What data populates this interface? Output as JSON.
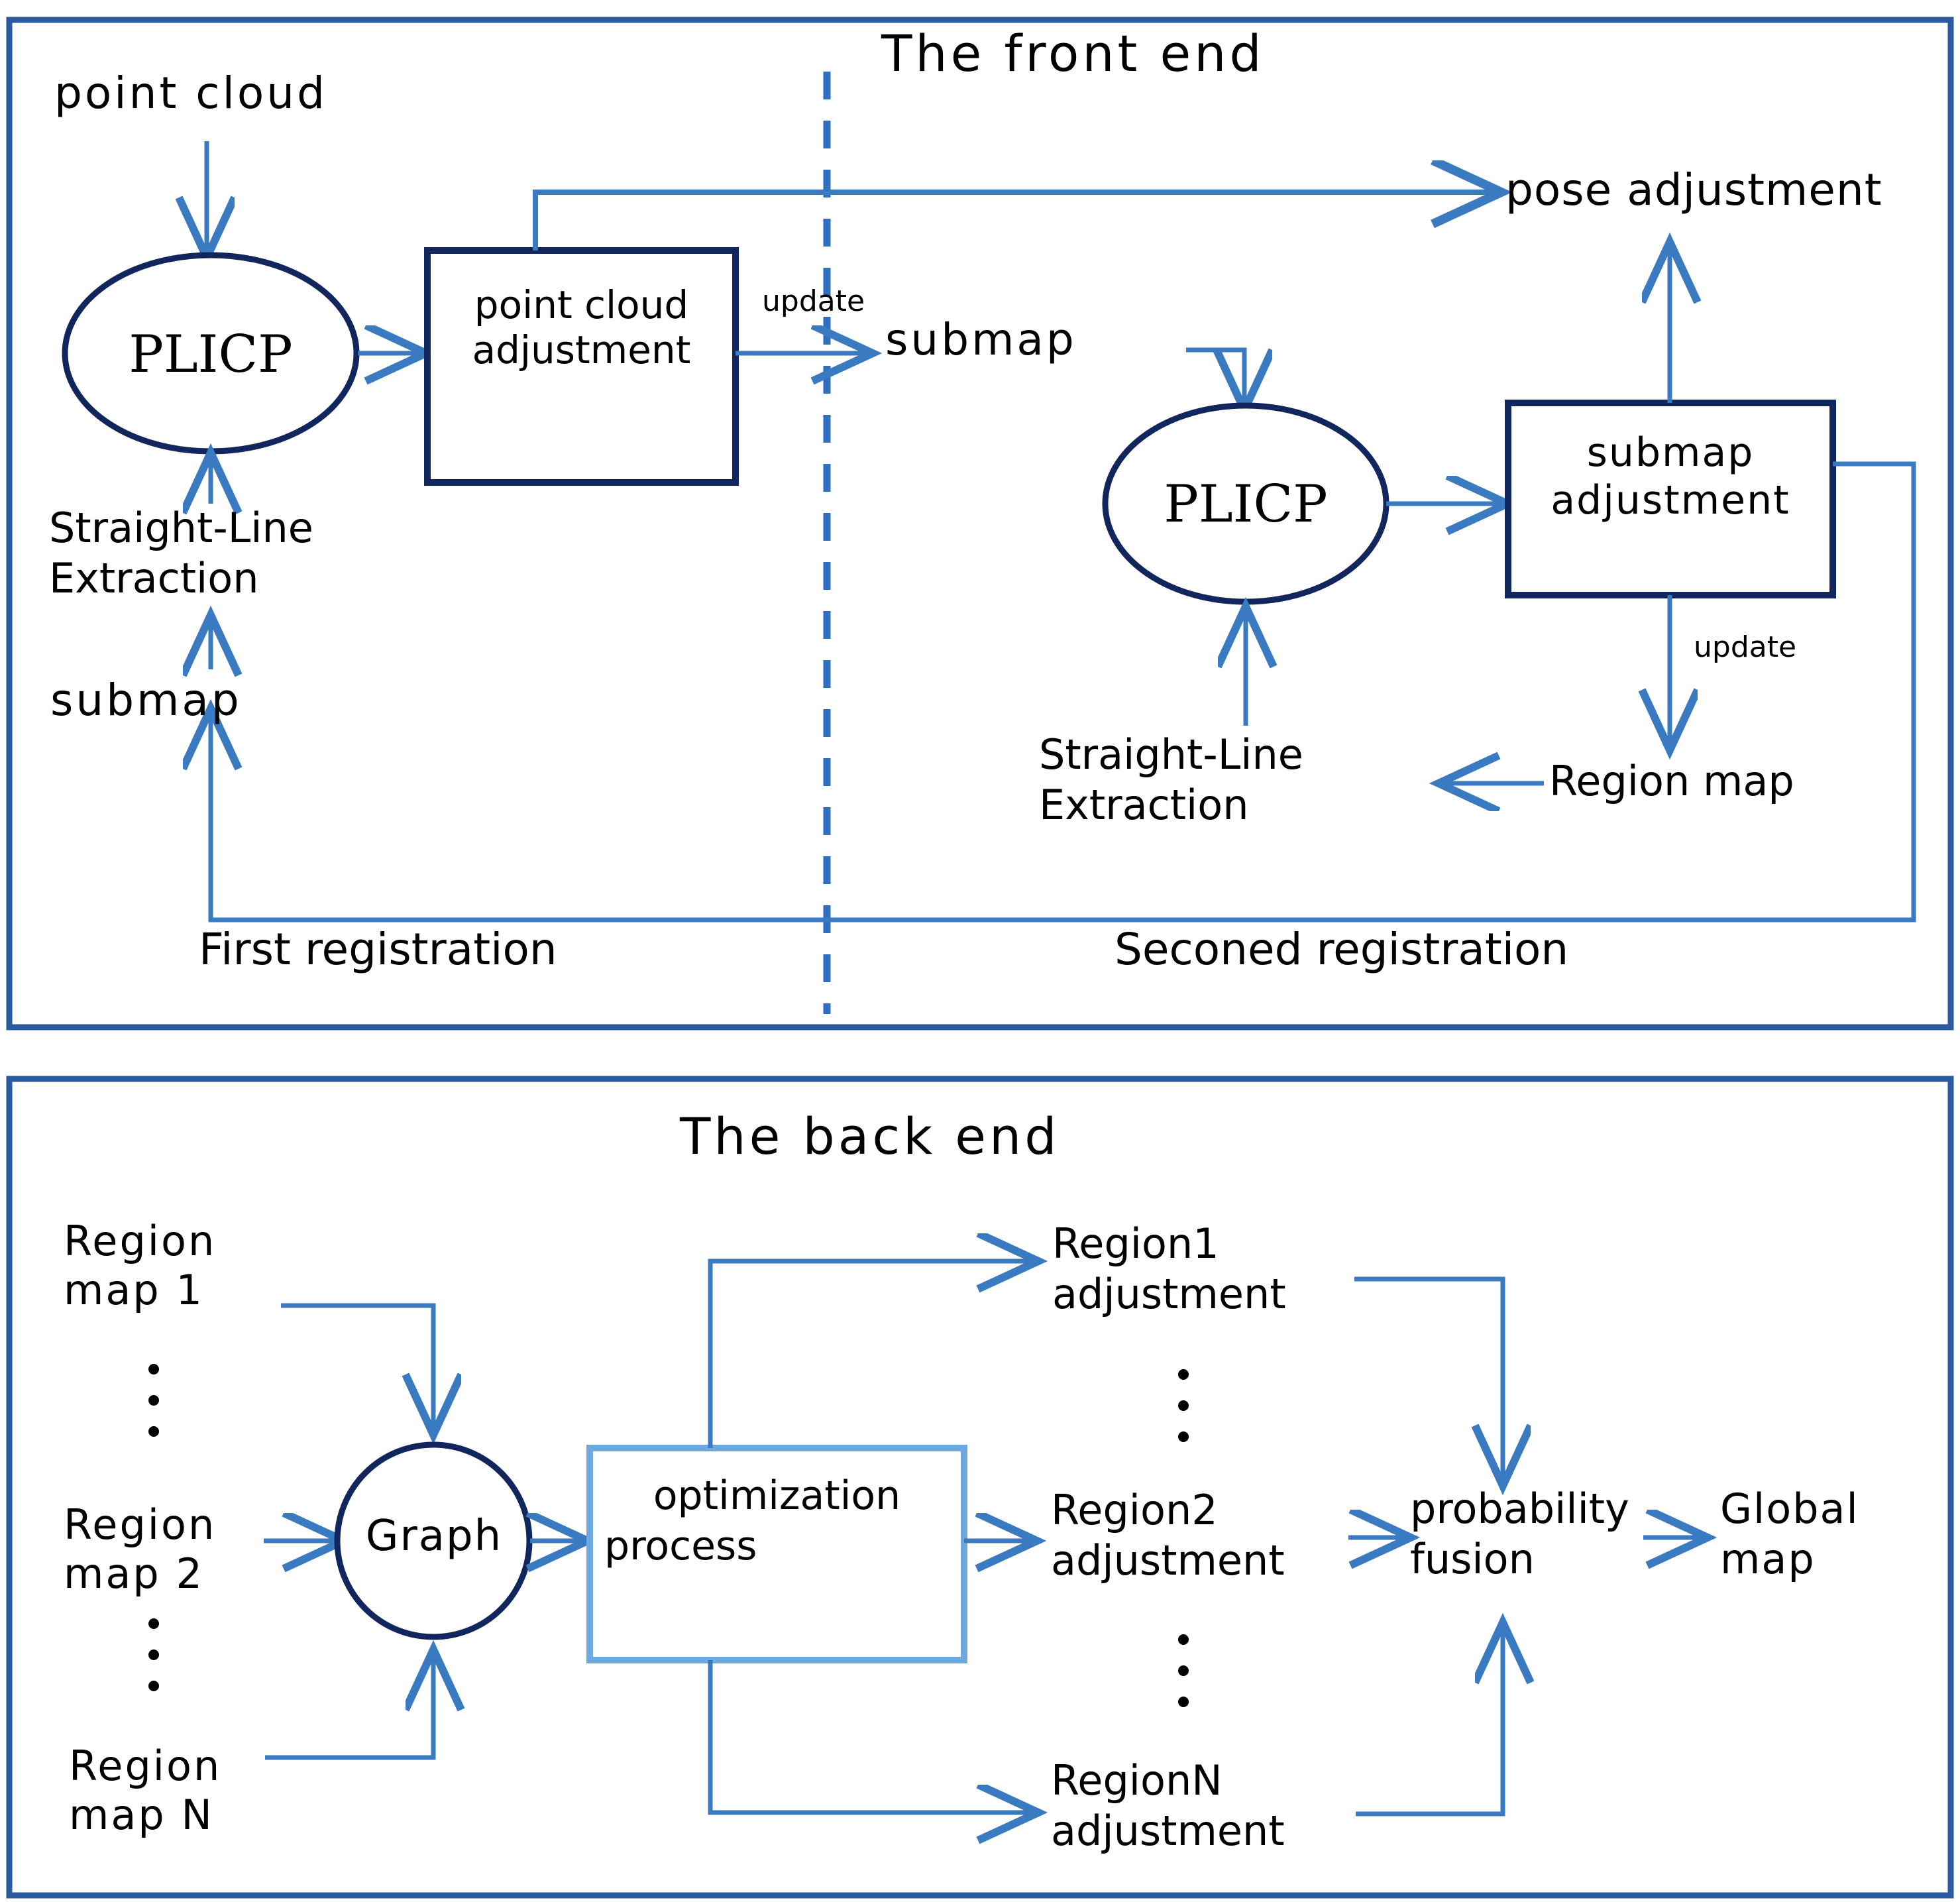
{
  "diagram": {
    "type": "flowchart",
    "colors": {
      "outer_border": "#2b5aa0",
      "arrow_blue": "#3a7ac0",
      "node_navy": "#10265c",
      "light_blue_box": "#6fa8dc",
      "text": "#000000",
      "background": "#ffffff"
    },
    "panels": [
      {
        "id": "front-end",
        "title": "The front end",
        "divider": "dashed-vertical",
        "sections": [
          {
            "id": "first-registration",
            "caption": "First registration"
          },
          {
            "id": "second-registration",
            "caption": "Seconed registration"
          }
        ],
        "nodes": {
          "point_cloud": "point cloud",
          "plicp_left": "PLICP",
          "straight_line_extraction_left": "Straight-Line\nExtraction",
          "submap_left": "submap",
          "point_cloud_adjustment": "point cloud\nadjustment",
          "update_label_left": "update",
          "submap_mid": "submap",
          "pose_adjustment": "pose adjustment",
          "plicp_right": "PLICP",
          "submap_adjustment": "submap\nadjustment",
          "update_label_right": "update",
          "region_map": "Region map",
          "straight_line_extraction_right": "Straight-Line\nExtraction"
        }
      },
      {
        "id": "back-end",
        "title": "The back end",
        "nodes": {
          "region_map_1": "Region\nmap 1",
          "region_map_2": "Region\nmap 2",
          "region_map_n": "Region\nmap N",
          "graph": "Graph",
          "optimization_process": "optimization\nprocess",
          "region1_adjustment": "Region1\nadjustment",
          "region2_adjustment": "Region2\nadjustment",
          "regionN_adjustment": "RegionN\nadjustment",
          "probability_fusion": "probability\nfusion",
          "global_map": "Global\nmap"
        },
        "ellipsis_marker": "vertical-three-dots"
      }
    ]
  },
  "front": {
    "title": "The front end",
    "point_cloud": "point cloud",
    "plicp_left": "PLICP",
    "sle_left_line1": "Straight-Line",
    "sle_left_line2": "Extraction",
    "submap_left": "submap",
    "pca_line1": "point cloud",
    "pca_line2": "adjustment",
    "update_left": "update",
    "submap_mid": "submap",
    "pose_adjustment": "pose adjustment",
    "plicp_right": "PLICP",
    "sa_line1": "submap",
    "sa_line2": "adjustment",
    "update_right": "update",
    "region_map": "Region map",
    "sle_right_line1": "Straight-Line",
    "sle_right_line2": "Extraction",
    "caption_first": "First registration",
    "caption_second": "Seconed registration"
  },
  "back": {
    "title": "The back end",
    "region_map_1_l1": "Region",
    "region_map_1_l2": "map 1",
    "region_map_2_l1": "Region",
    "region_map_2_l2": "map 2",
    "region_map_n_l1": "Region",
    "region_map_n_l2": "map N",
    "graph": "Graph",
    "opt_l1": "optimization",
    "opt_l2": "process",
    "region1_l1": "Region1",
    "region1_l2": "adjustment",
    "region2_l1": "Region2",
    "region2_l2": "adjustment",
    "regionN_l1": "RegionN",
    "regionN_l2": "adjustment",
    "prob_l1": "probability",
    "prob_l2": "fusion",
    "global_l1": "Global",
    "global_l2": "map"
  }
}
